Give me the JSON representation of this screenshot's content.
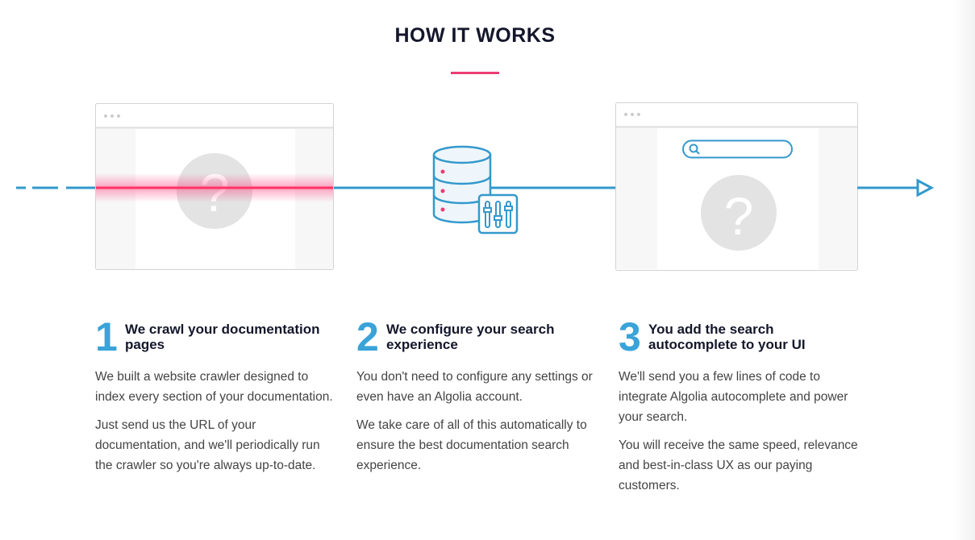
{
  "title": "HOW IT WORKS",
  "colors": {
    "accent": "#ee3a73",
    "blue": "#3399cc",
    "number": "#3aa3d8"
  },
  "steps": [
    {
      "number": "1",
      "heading": "We crawl your documentation pages",
      "paragraphs": [
        "We built a website crawler designed to index every section of your documentation.",
        "Just send us the URL of your documentation, and we'll periodically run the crawler so you're always up-to-date."
      ]
    },
    {
      "number": "2",
      "heading": "We configure your search experience",
      "paragraphs": [
        "You don't need to configure any settings or even have an Algolia account.",
        "We take care of all of this automatically to ensure the best documentation search experience."
      ]
    },
    {
      "number": "3",
      "heading": "You add the search autocomplete to your UI",
      "paragraphs": [
        "We'll send you a few lines of code to integrate Algolia autocomplete and power your search.",
        "You will receive the same speed, relevance and best-in-class UX as our paying customers."
      ]
    }
  ],
  "icons": [
    "browser-crawl-illustration",
    "database-settings-icon",
    "browser-search-illustration",
    "arrow-right-icon"
  ]
}
